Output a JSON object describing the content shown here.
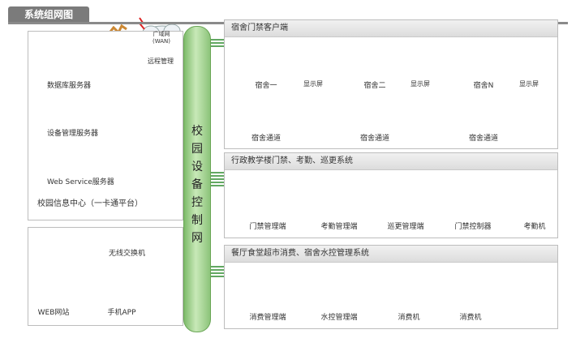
{
  "title": "系统组网图",
  "backbone_label": [
    "校",
    "园",
    "设",
    "备",
    "控",
    "制",
    "网"
  ],
  "info_center": {
    "label": "校园信息中心（一卡通平台）",
    "servers": [
      "数据库服务器",
      "设备管理服务器",
      "Web Service服务器"
    ],
    "cloud_label": "广域网\n(WAN)",
    "remote_label": "远程管理"
  },
  "wireless": {
    "switch_label": "无线交换机",
    "web_label": "WEB网站",
    "app_label": "手机APP"
  },
  "dorm": {
    "header": "宿舍门禁客户端",
    "pc_labels": [
      "宿舍一",
      "宿舍二",
      "宿舍N"
    ],
    "screen_label": "显示屏",
    "gate_label": "宿舍通道"
  },
  "admin": {
    "header": "行政教学楼门禁、考勤、巡更系统",
    "items": [
      "门禁管理端",
      "考勤管理端",
      "巡更管理端",
      "门禁控制器",
      "考勤机"
    ]
  },
  "canteen": {
    "header": "餐厅食堂超市消费、宿舍水控管理系统",
    "items": [
      "消费管理端",
      "水控管理端",
      "消费机",
      "消费机"
    ]
  },
  "colors": {
    "wire": "#2e8b2e",
    "backbone": "#9fd38a",
    "panel_head": "#e4e4e4",
    "title_tab": "#7b7b7b"
  }
}
